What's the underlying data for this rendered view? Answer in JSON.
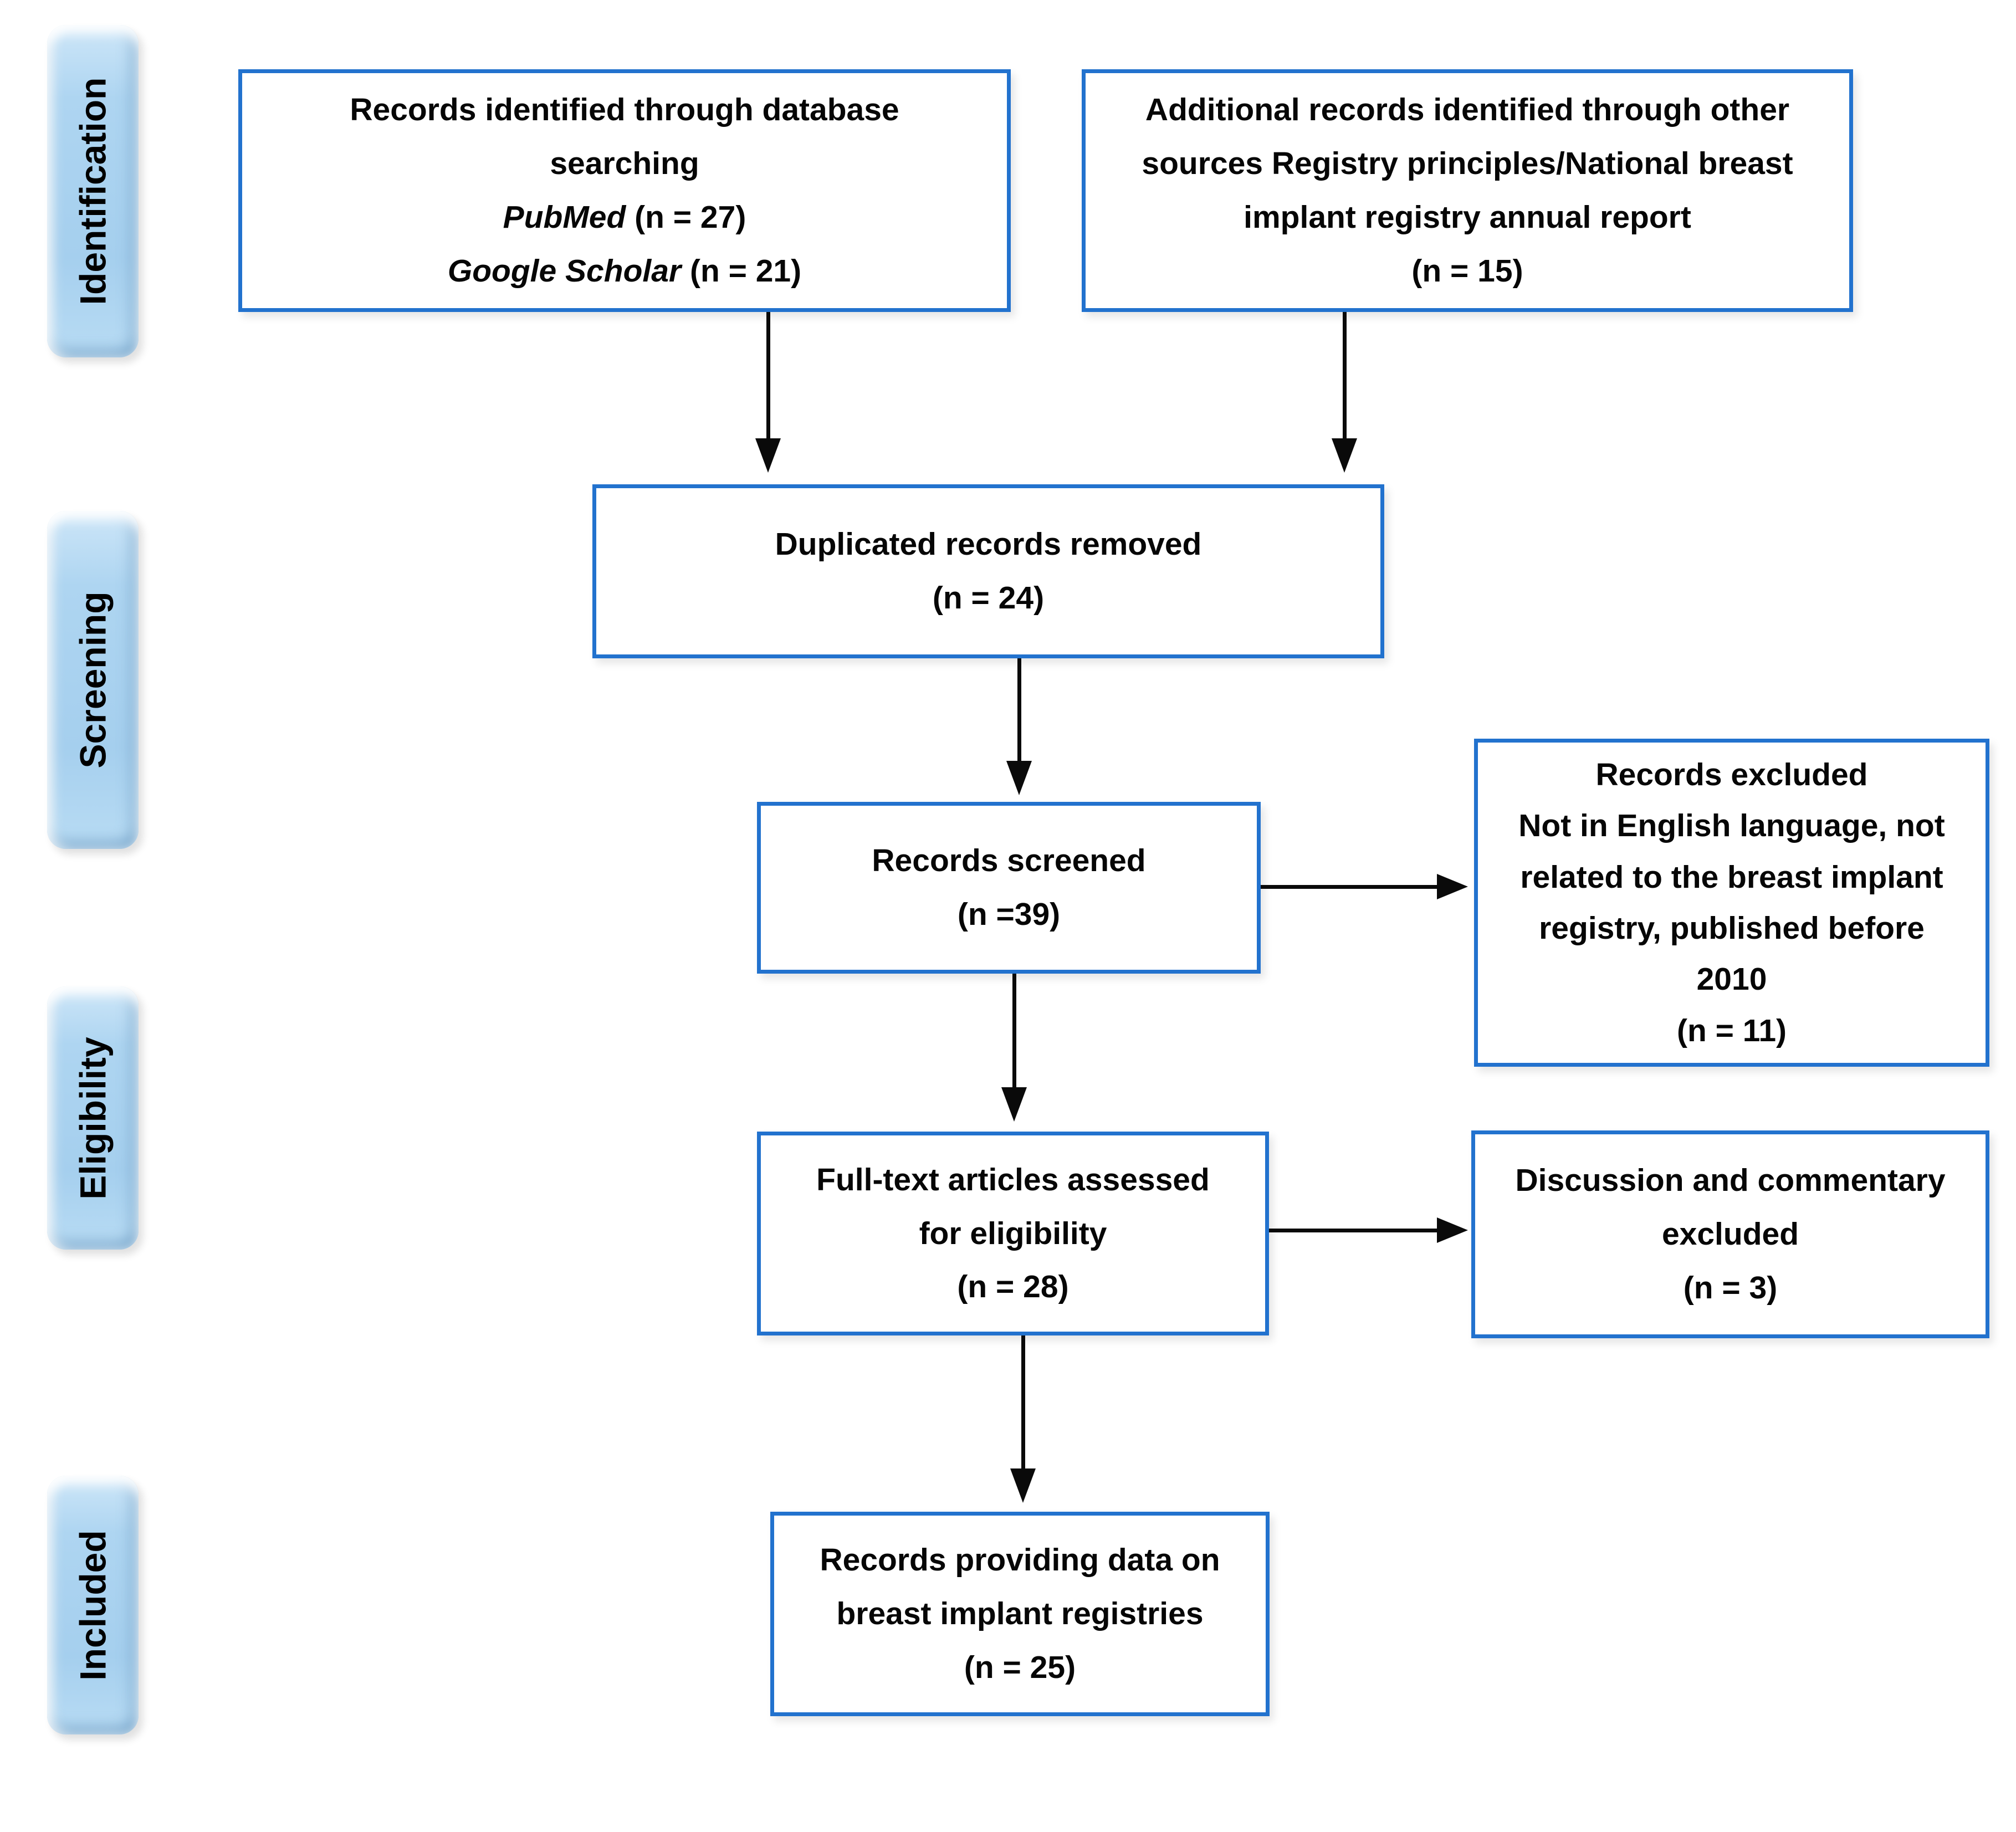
{
  "colors": {
    "box_border_blue": "#2272CE",
    "stage_fill_light_blue": "#ABD4F0",
    "arrow_black": "#0A0A0A",
    "text_black": "#000000",
    "background": "#FFFFFF"
  },
  "stages": {
    "identification": "Identification",
    "screening": "Screening",
    "eligibility": "Eligibility",
    "included": "Included"
  },
  "boxes": {
    "records_identified": {
      "line1": "Records identified through database",
      "line2": "searching",
      "source1_name": "PubMed",
      "source1_count": " (n = 27)",
      "source2_name": "Google Scholar",
      "source2_count": " (n = 21)"
    },
    "additional_records": {
      "lines": [
        "Additional records identified through other",
        "sources Registry principles/National breast",
        "implant registry annual report",
        "(n = 15)"
      ]
    },
    "duplicates_removed": {
      "lines": [
        "Duplicated records removed",
        "(n = 24)"
      ]
    },
    "records_screened": {
      "lines": [
        "Records screened",
        "(n =39)"
      ]
    },
    "records_excluded": {
      "lines": [
        "Records excluded",
        "Not in English language, not",
        "related to the breast implant",
        "registry, published before",
        "2010",
        "(n = 11)"
      ]
    },
    "fulltext_assessed": {
      "lines": [
        "Full-text articles assessed",
        "for eligibility",
        "(n = 28)"
      ]
    },
    "discussion_excluded": {
      "lines": [
        "Discussion and commentary",
        "excluded",
        "(n = 3)"
      ]
    },
    "records_included": {
      "lines": [
        "Records providing data on",
        "breast implant registries",
        "(n = 25)"
      ]
    }
  }
}
